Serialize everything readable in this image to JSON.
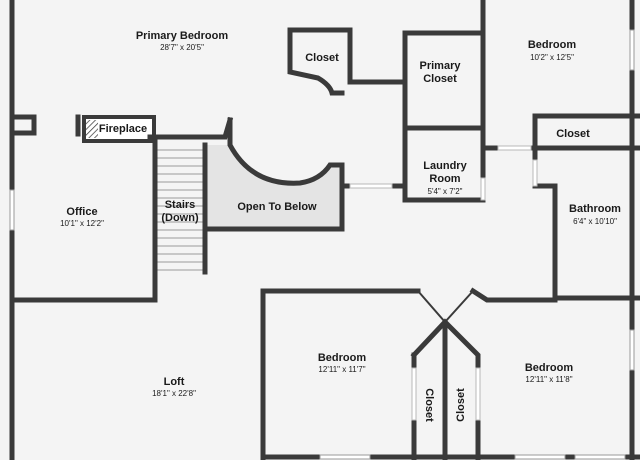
{
  "rooms": {
    "primary_bedroom": {
      "name": "Primary Bedroom",
      "dims": "28'7\" x 20'5\""
    },
    "closet_primary": {
      "name": "Closet"
    },
    "primary_closet": {
      "name_line1": "Primary",
      "name_line2": "Closet"
    },
    "bedroom_top_right": {
      "name": "Bedroom",
      "dims": "10'2\" x 12'5\""
    },
    "closet_top_right": {
      "name": "Closet"
    },
    "fireplace": {
      "name": "Fireplace"
    },
    "office": {
      "name": "Office",
      "dims": "10'1\" x 12'2\""
    },
    "stairs": {
      "name_line1": "Stairs",
      "name_line2": "(Down)"
    },
    "open_to_below": {
      "name": "Open To Below"
    },
    "laundry": {
      "name_line1": "Laundry",
      "name_line2": "Room",
      "dims": "5'4\" x 7'2\""
    },
    "bathroom": {
      "name": "Bathroom",
      "dims": "6'4\" x 10'10\""
    },
    "loft": {
      "name": "Loft",
      "dims": "18'1\" x 22'8\""
    },
    "bedroom_bottom_center": {
      "name": "Bedroom",
      "dims": "12'11\" x 11'7\""
    },
    "bedroom_bottom_right": {
      "name": "Bedroom",
      "dims": "12'11\" x 11'8\""
    },
    "closet_bottom_left": {
      "name": "Closet"
    },
    "closet_bottom_right": {
      "name": "Closet"
    }
  },
  "colors": {
    "wall": "#3a3a3a",
    "floor": "#f4f4f4",
    "open_to_below_fill": "#e4e4e4",
    "window": "#ffffff"
  }
}
